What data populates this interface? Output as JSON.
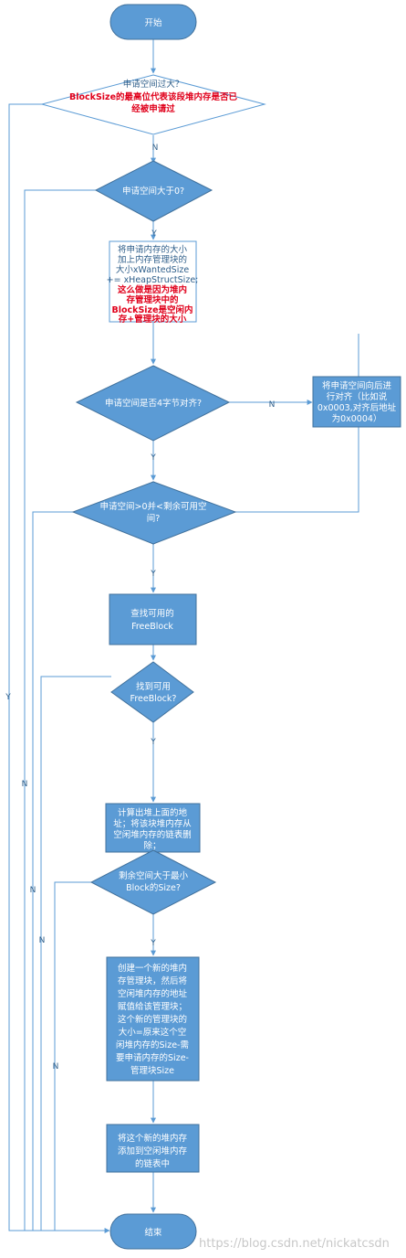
{
  "start": "开始",
  "q_large": {
    "line1": "申请空间过大？",
    "line2": "BlockSize的最高位代表该段堆内存是否已",
    "line3": "经被申请过"
  },
  "q_gt0": "申请空间大于0?",
  "add_header": {
    "line1": "将申请内存的大小",
    "line2": "加上内存管理块的",
    "line3": "大小xWantedSize",
    "line4": "+= xHeapStructSize;",
    "line5": "这么做是因为堆内",
    "line6": "存管理块中的",
    "line7": "BlockSize是空闲内",
    "line8": "存+管理块的大小"
  },
  "q_align": "申请空间是否4字节对齐?",
  "align_box": {
    "line1": "将申请空间向后进",
    "line2": "行对齐（比如说",
    "line3": "0x0003,对齐后地址",
    "line4": "为0x0004）"
  },
  "q_remaining": {
    "line1": "申请空间>0并<剩余可用空",
    "line2": "间?"
  },
  "find_block": {
    "line1": "查找可用的",
    "line2": "FreeBlock"
  },
  "q_found": {
    "line1": "找到可用",
    "line2": "FreeBlock?"
  },
  "calc_addr": {
    "line1": "计算出堆上面的地",
    "line2": "址；将该块堆内存从",
    "line3": "空闲堆内存的链表删",
    "line4": "除；"
  },
  "q_min": {
    "line1": "剩余空间大于最小",
    "line2": "Block的Size?"
  },
  "create_block": {
    "line1": "创建一个新的堆内",
    "line2": "存管理块，然后将",
    "line3": "空闲堆内存的地址",
    "line4": "赋值给该管理块；",
    "line5": "这个新的管理块的",
    "line6": "大小=原来这个空",
    "line7": "闲堆内存的Size-需",
    "line8": "要申请内存的Size-",
    "line9": "管理块Size"
  },
  "insert_list": {
    "line1": "将这个新的堆内存",
    "line2": "添加到空闲堆内存",
    "line3": "的链表中"
  },
  "end": "结束",
  "edges": {
    "n1": "N",
    "y1": "Y",
    "n2": "N",
    "y_align": "Y",
    "y_rem": "Y",
    "y_found": "Y",
    "y_min": "Y",
    "y_large": "Y",
    "n_gt0": "N",
    "n_rem": "N",
    "n_found": "N",
    "n_min": "N"
  },
  "watermark": "https://blog.csdn.net/nickatcsdn",
  "colors": {
    "fill": "#5b9bd5",
    "stroke": "#41719c",
    "red": "#e0001b",
    "line": "#5b9bd5"
  }
}
